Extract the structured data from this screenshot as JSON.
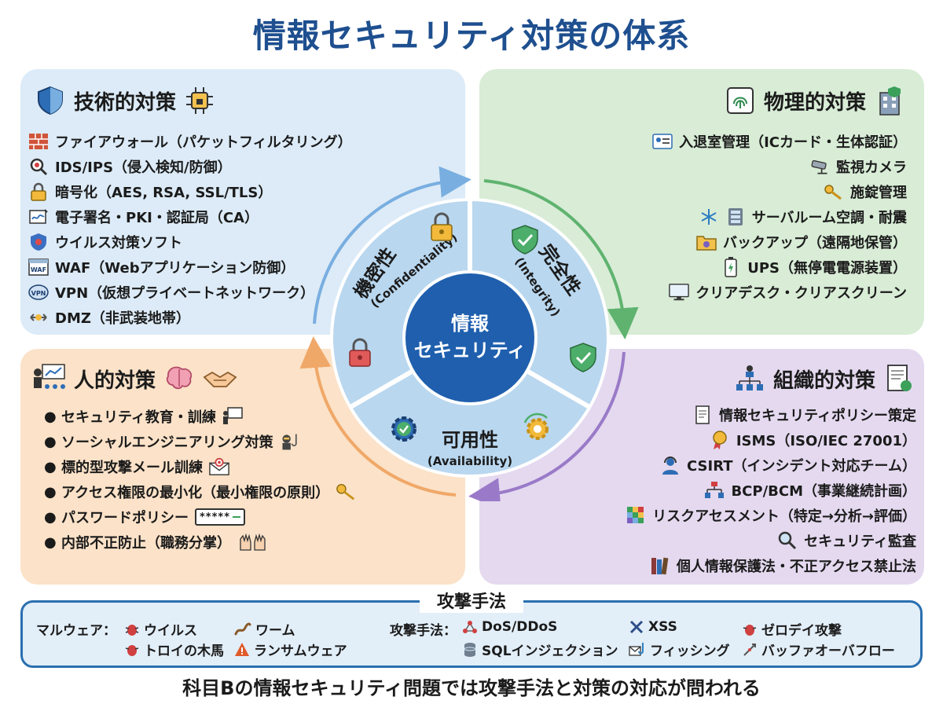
{
  "title": "情報セキュリティ対策の体系",
  "technical": {
    "heading": "技術的対策",
    "items": [
      "ファイアウォール（パケットフィルタリング）",
      "IDS/IPS（侵入検知/防御）",
      "暗号化（AES, RSA, SSL/TLS）",
      "電子署名・PKI・認証局（CA）",
      "ウイルス対策ソフト",
      "WAF（Webアプリケーション防御）",
      "VPN（仮想プライベートネットワーク）",
      "DMZ（非武装地帯）"
    ],
    "icon_labels": {
      "waf": "WAF",
      "vpn": "VPN"
    }
  },
  "physical": {
    "heading": "物理的対策",
    "items": [
      "入退室管理（ICカード・生体認証）",
      "監視カメラ",
      "施錠管理",
      "サーバルーム空調・耐震",
      "バックアップ（遠隔地保管）",
      "UPS（無停電電源装置）",
      "クリアデスク・クリアスクリーン"
    ]
  },
  "human": {
    "heading": "人的対策",
    "items": [
      "セキュリティ教育・訓練",
      "ソーシャルエンジニアリング対策",
      "標的型攻撃メール訓練",
      "アクセス権限の最小化（最小権限の原則）",
      "パスワードポリシー",
      "内部不正防止（職務分掌）"
    ],
    "password_mask": "*****"
  },
  "organizational": {
    "heading": "組織的対策",
    "items": [
      "情報セキュリティポリシー策定",
      "ISMS（ISO/IEC 27001）",
      "CSIRT（インシデント対応チーム）",
      "BCP/BCM（事業継続計画）",
      "リスクアセスメント（特定→分析→評価）",
      "セキュリティ監査",
      "個人情報保護法・不正アクセス禁止法"
    ]
  },
  "cia": {
    "center_line1": "情報",
    "center_line2": "セキュリティ",
    "confidentiality": "機密性",
    "confidentiality_en": "(Confidentiality)",
    "integrity": "完全性",
    "integrity_en": "(Integrity)",
    "availability": "可用性",
    "availability_en": "(Availability)"
  },
  "attacks": {
    "heading": "攻撃手法",
    "malware_label": "マルウェア：",
    "malware": [
      "ウイルス",
      "ワーム",
      "トロイの木馬",
      "ランサムウェア"
    ],
    "methods_label": "攻撃手法：",
    "methods": [
      "DoS/DDoS",
      "XSS",
      "ゼロデイ攻撃",
      "SQLインジェクション",
      "フィッシング",
      "バッファオーバフロー"
    ]
  },
  "footer": "科目Bの情報セキュリティ問題では攻撃手法と対策の対応が問われる",
  "colors": {
    "title": "#1e4f8f",
    "technical_bg": "#dcebf7",
    "physical_bg": "#d8ecd6",
    "human_bg": "#fbe2c8",
    "organizational_bg": "#e4d9ef",
    "center": "#1f5fae",
    "ring": "#b9d7ef"
  }
}
